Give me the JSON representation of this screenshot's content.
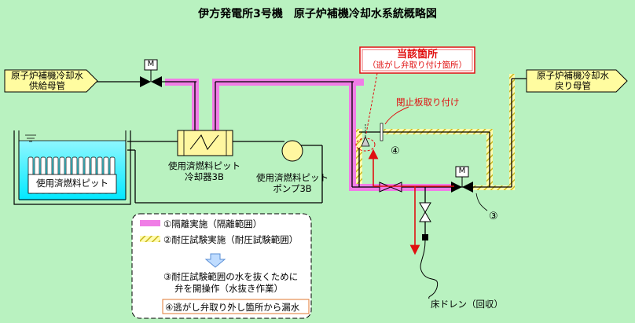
{
  "title": "伊方発電所3号機　原子炉補機冷却水系統概略図",
  "labels": {
    "supply_header_l1": "原子炉補機冷却水",
    "supply_header_l2": "供給母管",
    "return_header_l1": "原子炉補機冷却水",
    "return_header_l2": "戻り母管",
    "pit": "使用済燃料ピット",
    "cooler_l1": "使用済燃料ピット",
    "cooler_l2": "冷却器3B",
    "pump_l1": "使用済燃料ピット",
    "pump_l2": "ポンプ3B",
    "motor_1": "M",
    "motor_2": "M",
    "location_l1": "当該箇所",
    "location_l2": "（逃がし弁取り付け箇所）",
    "blind_flange": "閉止板取り付け",
    "circle_4": "④",
    "circle_3": "③",
    "floor_drain": "床ドレン（回収）"
  },
  "legend": {
    "item1": "①隔離実施（隔離範囲）",
    "item2": "②耐圧試験実施（耐圧試験範囲）",
    "item3_l1": "③耐圧試験範囲の水を抜くために",
    "item3_l2": "弁を開操作（水抜き作業）",
    "item4": "④逃がし弁取り外し箇所から漏水"
  },
  "colors": {
    "background": "#b9f2c0",
    "isolation": "#f07de6",
    "pressure_test": "#e8df6a",
    "water": "#00ffff",
    "alert": "#e01010",
    "return_header_fill": "#fffca0"
  }
}
